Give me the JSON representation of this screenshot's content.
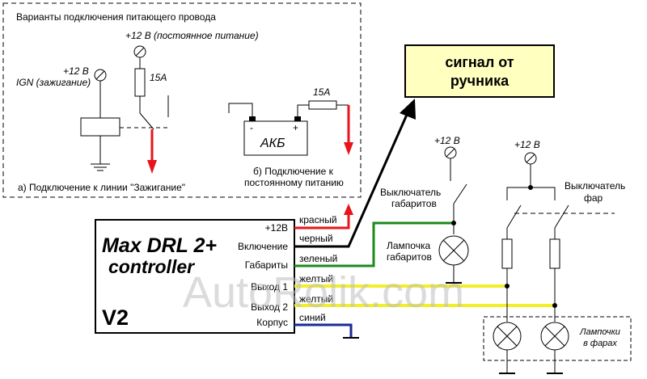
{
  "options_box": {
    "title": "Варианты подключения питающего провода",
    "constant_power": "+12 В (постоянное питание)",
    "ign_power_line1": "+12 В",
    "ign_power_line2": "IGN (зажигание)",
    "fuse_a": "15А",
    "option_a_caption": "а) Подключение к линии \"Зажигание\"",
    "battery": "АКБ",
    "battery_minus": "-",
    "battery_plus": "+",
    "fuse_b": "15А",
    "option_b_caption_line1": "б) Подключение к",
    "option_b_caption_line2": "постоянному питанию"
  },
  "handbrake_signal": {
    "line1": "сигнал от",
    "line2": "ручника"
  },
  "controller": {
    "name_line1": "Max DRL 2+",
    "name_line2": "controller",
    "version": "V2",
    "pins": [
      "+12В",
      "Включение",
      "Габариты",
      "Выход 1",
      "Выход 2",
      "Корпус"
    ],
    "wires": [
      "красный",
      "черный",
      "зеленый",
      "желтый",
      "желтый",
      "синий"
    ]
  },
  "parking_circuit": {
    "power": "+12 В",
    "switch_line1": "Выключатель",
    "switch_line2": "габаритов",
    "lamp_line1": "Лампочка",
    "lamp_line2": "габаритов"
  },
  "headlight_circuit": {
    "power": "+12 В",
    "switch_line1": "Выключатель",
    "switch_line2": "фар",
    "lamps_line1": "Лампочки",
    "lamps_line2": "в фарах"
  },
  "watermark": "AutoRolik.com",
  "colors": {
    "red_wire": "#e8141b",
    "black_wire": "#000000",
    "green_wire": "#1a8a1a",
    "yellow_wire": "#f2ee2a",
    "blue_wire": "#1a2a9a",
    "signal_box_fill": "#ffffc0"
  }
}
